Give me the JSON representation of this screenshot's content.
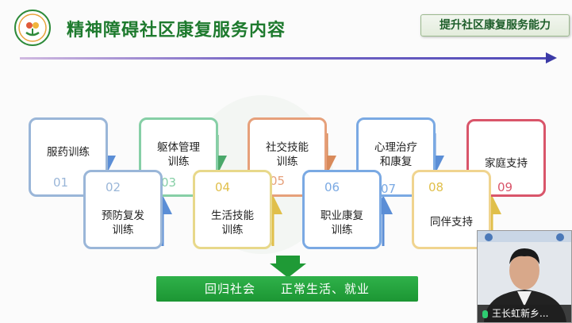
{
  "slide": {
    "title": "精神障碍社区康复服务内容",
    "corner_label": "提升社区康复服务能力",
    "steps": [
      {
        "num": "01",
        "label": "服药训练",
        "color": "#9ab6d8"
      },
      {
        "num": "02",
        "label": "预防复发\n训练",
        "color": "#9ab6d8"
      },
      {
        "num": "03",
        "label": "躯体管理\n训练",
        "color": "#86cfa6"
      },
      {
        "num": "04",
        "label": "生活技能\n训练",
        "color": "#e8d88a"
      },
      {
        "num": "05",
        "label": "社交技能\n训练",
        "color": "#e6a07a"
      },
      {
        "num": "06",
        "label": "职业康复\n训练",
        "color": "#7aa9e3"
      },
      {
        "num": "07",
        "label": "心理治疗\n和康复",
        "color": "#7aa9e3"
      },
      {
        "num": "08",
        "label": "同伴支持",
        "color": "#f0d48f"
      },
      {
        "num": "09",
        "label": "家庭支持",
        "color": "#d9556a"
      }
    ],
    "footer_text": "回归社会　　正常生活、就业"
  },
  "video": {
    "participant_name": "王长虹新乡..."
  }
}
